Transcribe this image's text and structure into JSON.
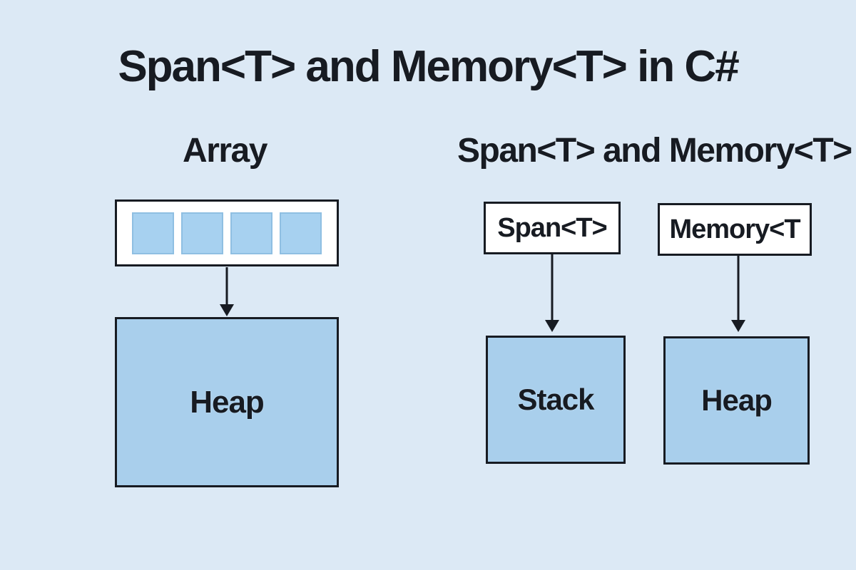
{
  "title": "Span<T> and Memory<T> in C#",
  "sections": {
    "left": {
      "heading": "Array",
      "array_cells": 4,
      "target": "Heap"
    },
    "right": {
      "heading": "Span<T> and Memory<T>",
      "pairs": [
        {
          "source": "Span<T>",
          "target": "Stack"
        },
        {
          "source": "Memory<T",
          "target": "Heap"
        }
      ]
    }
  },
  "colors": {
    "background": "#dce9f5",
    "node_blue": "#a9cfec",
    "cell_blue": "#a7d1f0",
    "cell_border": "#8fbfe2",
    "stroke": "#171b22",
    "text": "#171b22",
    "node_white": "#ffffff"
  }
}
